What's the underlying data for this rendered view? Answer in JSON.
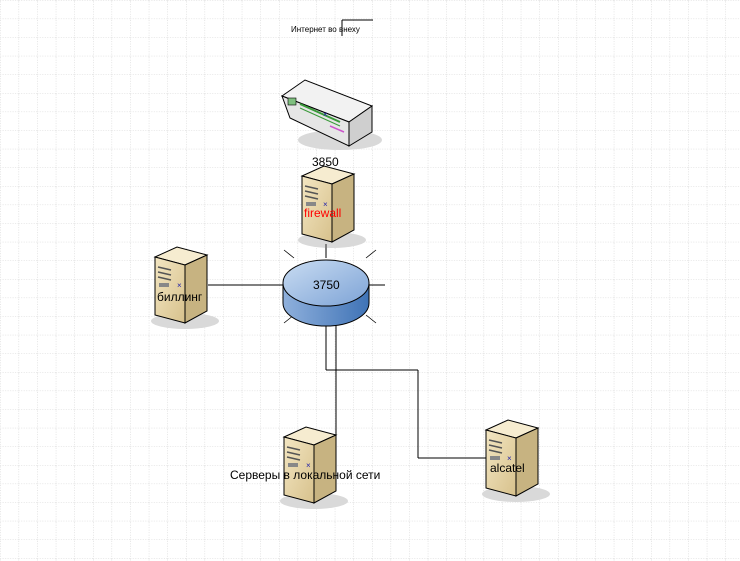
{
  "labels": {
    "internet": "Интернет во внеху",
    "switch_3850": "3850",
    "firewall": "firewall",
    "core_3750": "3750",
    "billing": "биллинг",
    "local_servers": "Серверы в локальной сети",
    "alcatel": "alcatel"
  },
  "colors": {
    "grid": "#bdbdbd",
    "server_body": "#e9d7ac",
    "server_top": "#f6ecd0",
    "server_side": "#c7b381",
    "switch_top": "#9fbde0",
    "switch_side": "#5f8fc8",
    "router_top": "#f2f2f2",
    "router_side": "#cfcfcf",
    "link": "#000000",
    "firewall_text": "#ff0000"
  }
}
